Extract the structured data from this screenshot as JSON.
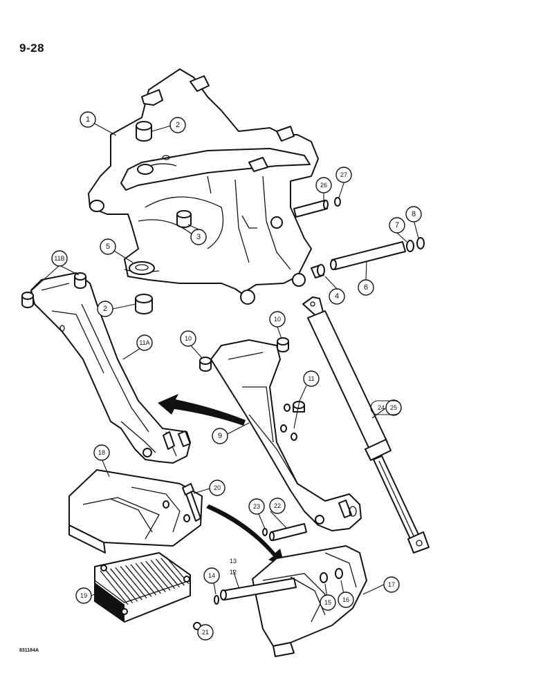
{
  "page": {
    "number": "9-28",
    "figure_code": "831184A"
  },
  "callouts": [
    {
      "id": "c1",
      "label": "1"
    },
    {
      "id": "c2a",
      "label": "2"
    },
    {
      "id": "c2b",
      "label": "2"
    },
    {
      "id": "c3",
      "label": "3"
    },
    {
      "id": "c4",
      "label": "4"
    },
    {
      "id": "c5",
      "label": "5"
    },
    {
      "id": "c6",
      "label": "6"
    },
    {
      "id": "c7",
      "label": "7"
    },
    {
      "id": "c8",
      "label": "8"
    },
    {
      "id": "c9",
      "label": "9"
    },
    {
      "id": "c10a",
      "label": "10"
    },
    {
      "id": "c10b",
      "label": "10"
    },
    {
      "id": "c11",
      "label": "11"
    },
    {
      "id": "c11a",
      "label": "11A"
    },
    {
      "id": "c11b",
      "label": "11B"
    },
    {
      "id": "c12",
      "label": "12"
    },
    {
      "id": "c13",
      "label": "13"
    },
    {
      "id": "c14",
      "label": "14"
    },
    {
      "id": "c15",
      "label": "15"
    },
    {
      "id": "c16",
      "label": "16"
    },
    {
      "id": "c17",
      "label": "17"
    },
    {
      "id": "c18",
      "label": "18"
    },
    {
      "id": "c19",
      "label": "19"
    },
    {
      "id": "c20",
      "label": "20"
    },
    {
      "id": "c21",
      "label": "21"
    },
    {
      "id": "c22",
      "label": "22"
    },
    {
      "id": "c23",
      "label": "23"
    },
    {
      "id": "c24",
      "label": "24"
    },
    {
      "id": "c25",
      "label": "25"
    },
    {
      "id": "c26",
      "label": "26"
    },
    {
      "id": "c27",
      "label": "27"
    }
  ]
}
